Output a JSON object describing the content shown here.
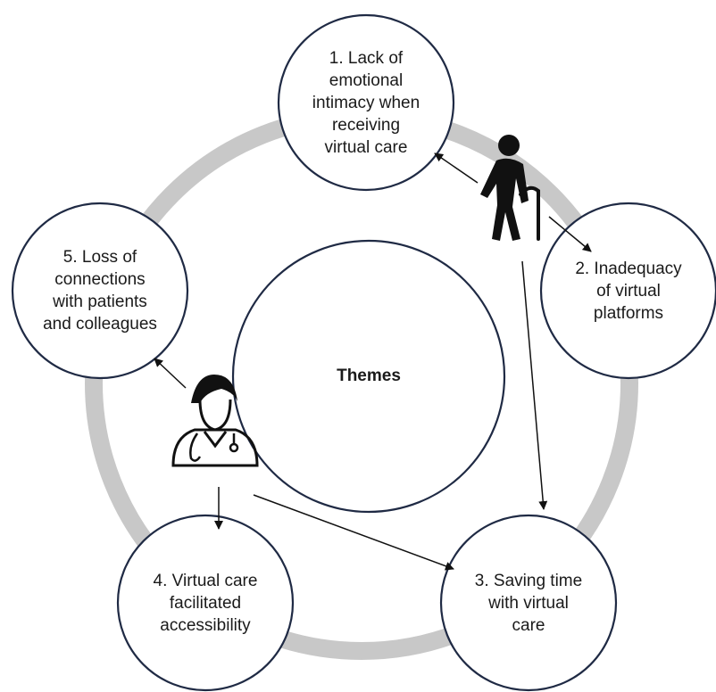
{
  "diagram": {
    "center_label": "Themes",
    "themes": [
      {
        "number": 1,
        "label": "1. Lack of\nemotional\nintimacy when\nreceiving\nvirtual care"
      },
      {
        "number": 2,
        "label": "2. Inadequacy\nof virtual\nplatforms"
      },
      {
        "number": 3,
        "label": "3. Saving time\nwith virtual\ncare"
      },
      {
        "number": 4,
        "label": "4. Virtual care\nfacilitated\naccessibility"
      },
      {
        "number": 5,
        "label": "5. Loss of\nconnections\nwith patients\nand colleagues"
      }
    ],
    "figures": [
      {
        "icon": "elderly-patient-icon",
        "points_to_themes": [
          1,
          2,
          3
        ]
      },
      {
        "icon": "doctor-icon",
        "points_to_themes": [
          5,
          4,
          3
        ]
      }
    ]
  },
  "colors": {
    "ring": "#c8c8c8",
    "circle_stroke": "#1f2a44",
    "arrow": "#111111",
    "icon": "#111111",
    "background": "#ffffff"
  }
}
